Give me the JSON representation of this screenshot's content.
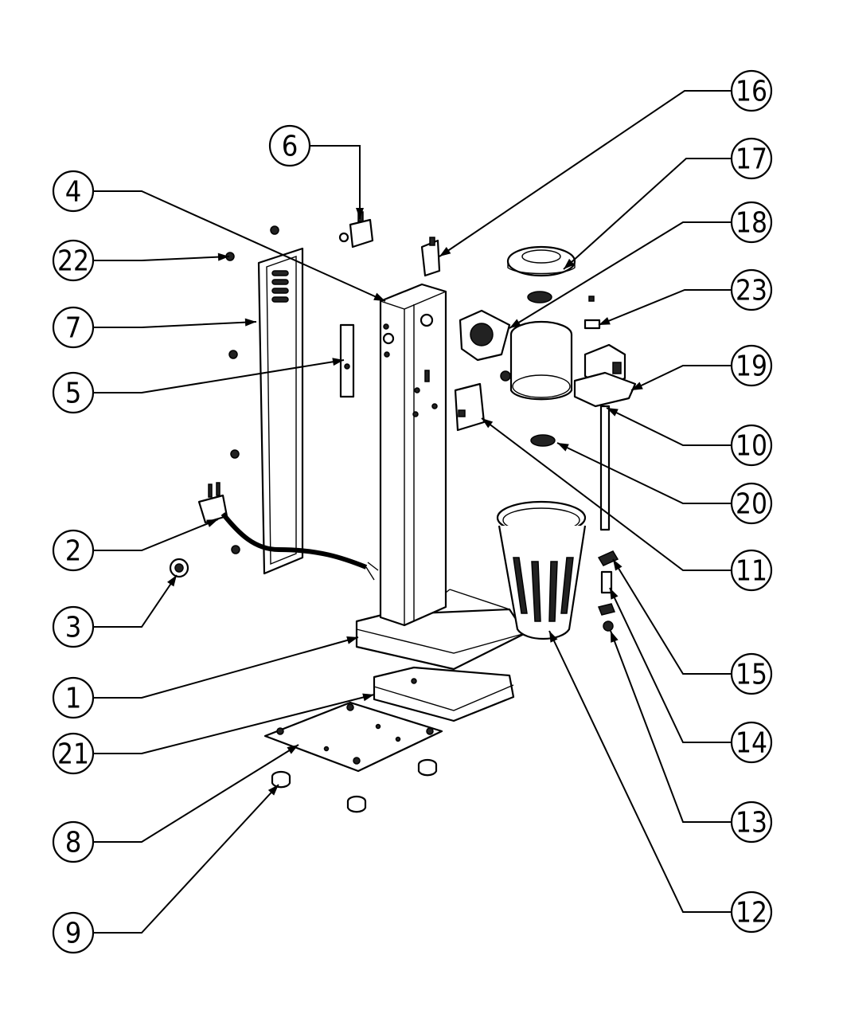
{
  "diagram": {
    "callouts": [
      {
        "id": "16",
        "label": "16"
      },
      {
        "id": "17",
        "label": "17"
      },
      {
        "id": "18",
        "label": "18"
      },
      {
        "id": "23",
        "label": "23"
      },
      {
        "id": "19",
        "label": "19"
      },
      {
        "id": "10",
        "label": "10"
      },
      {
        "id": "20",
        "label": "20"
      },
      {
        "id": "11",
        "label": "11"
      },
      {
        "id": "15",
        "label": "15"
      },
      {
        "id": "14",
        "label": "14"
      },
      {
        "id": "13",
        "label": "13"
      },
      {
        "id": "12",
        "label": "12"
      },
      {
        "id": "6",
        "label": "6"
      },
      {
        "id": "4",
        "label": "4"
      },
      {
        "id": "22",
        "label": "22"
      },
      {
        "id": "7",
        "label": "7"
      },
      {
        "id": "5",
        "label": "5"
      },
      {
        "id": "2",
        "label": "2"
      },
      {
        "id": "3",
        "label": "3"
      },
      {
        "id": "1",
        "label": "1"
      },
      {
        "id": "21",
        "label": "21"
      },
      {
        "id": "8",
        "label": "8"
      },
      {
        "id": "9",
        "label": "9"
      }
    ]
  }
}
